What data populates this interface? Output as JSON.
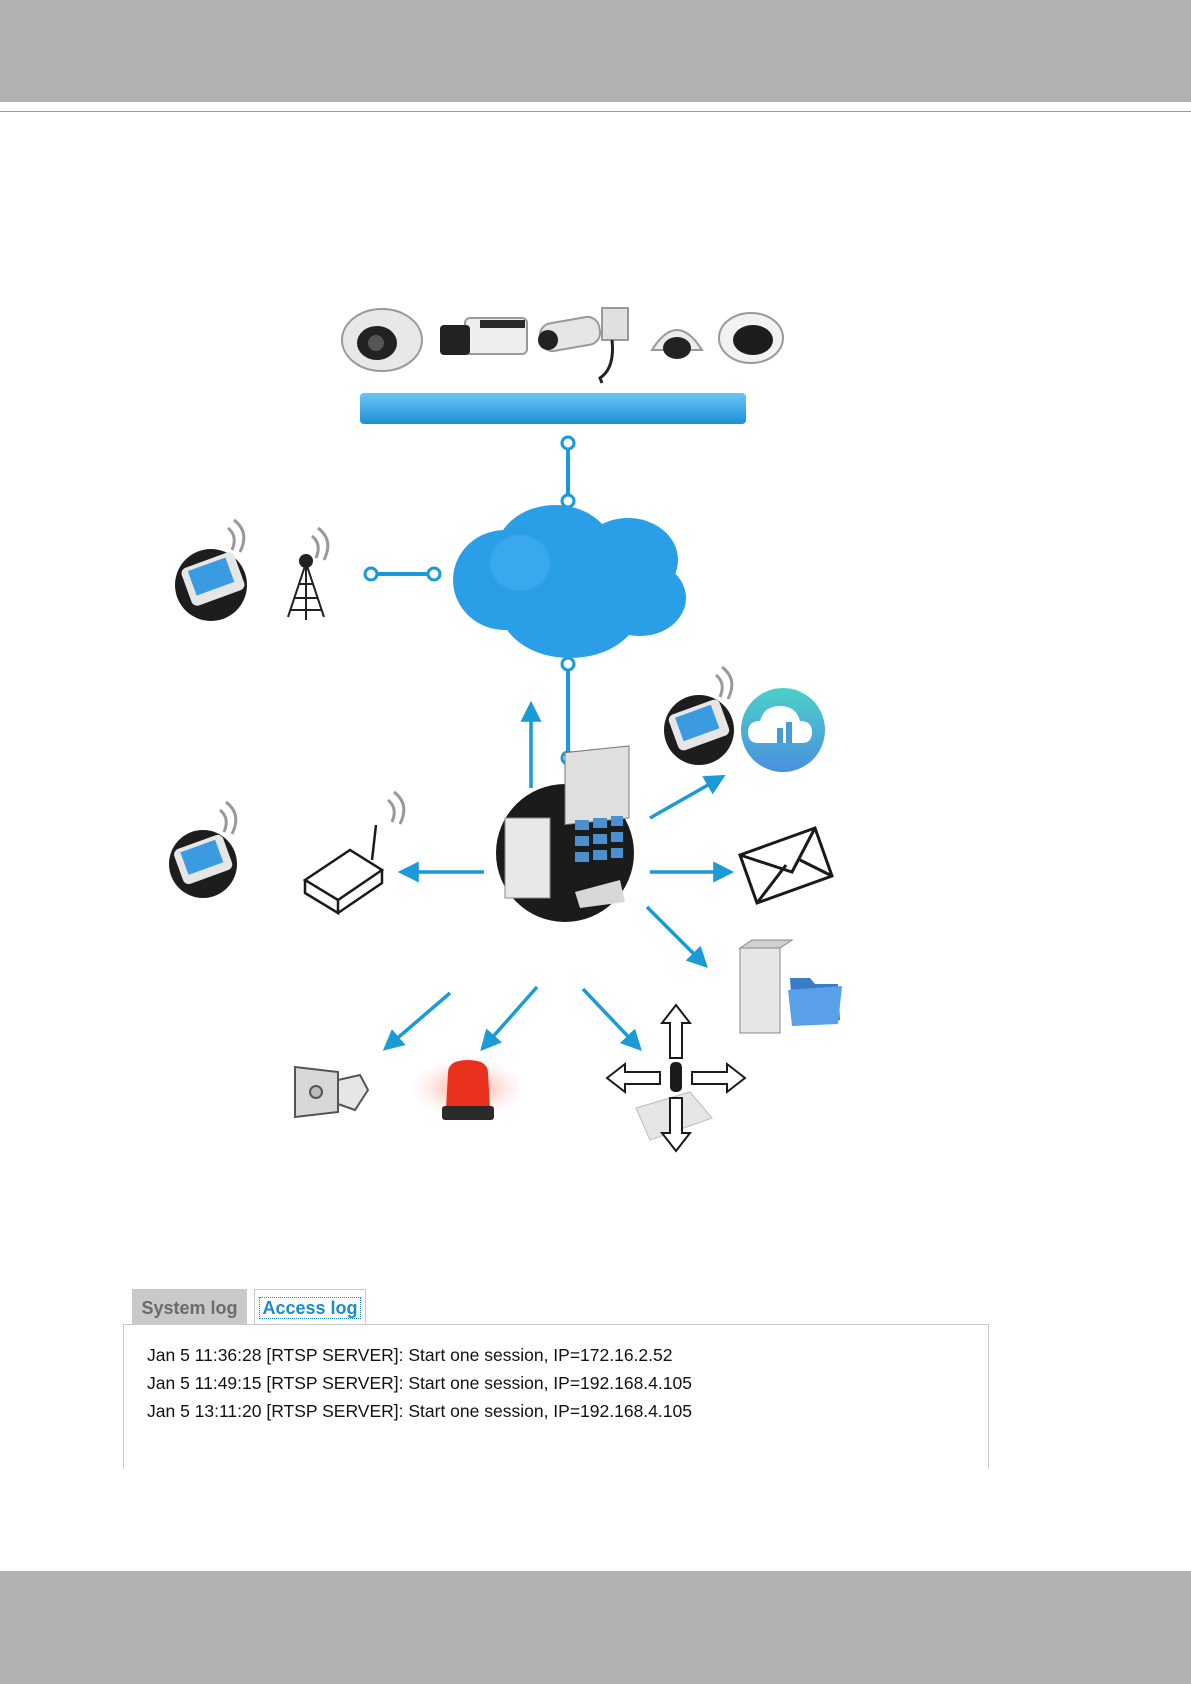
{
  "tabs": {
    "system_log": "System log",
    "access_log": "Access log",
    "active": "access_log"
  },
  "log_entries": [
    "Jan 5 11:36:28 [RTSP SERVER]: Start one session, IP=172.16.2.52",
    "Jan 5 11:49:15 [RTSP SERVER]: Start one session, IP=192.168.4.105",
    "Jan 5 13:11:20 [RTSP SERVER]: Start one session, IP=192.168.4.105"
  ],
  "colors": {
    "band": "#b1b1b1",
    "accent_blue": "#1a9ad6",
    "cloud_blue": "#2a9ee6",
    "tab_active_text": "#1a8ccc",
    "tab_inactive_bg": "#c9c9c9"
  },
  "icons": {
    "cameras": [
      "dome-camera-icon",
      "box-camera-icon",
      "bullet-camera-icon",
      "mini-dome-camera-icon",
      "fisheye-camera-icon"
    ],
    "network": [
      "network-bar",
      "internet-cloud-icon",
      "cell-tower-icon"
    ],
    "devices": [
      "mobile-phone-icon",
      "gprs-modem-icon",
      "vms-workstation-icon",
      "cloud-storage-icon",
      "email-envelope-icon",
      "file-server-icon",
      "speaker-horn-icon",
      "alarm-siren-icon",
      "ptz-joystick-icon"
    ]
  }
}
